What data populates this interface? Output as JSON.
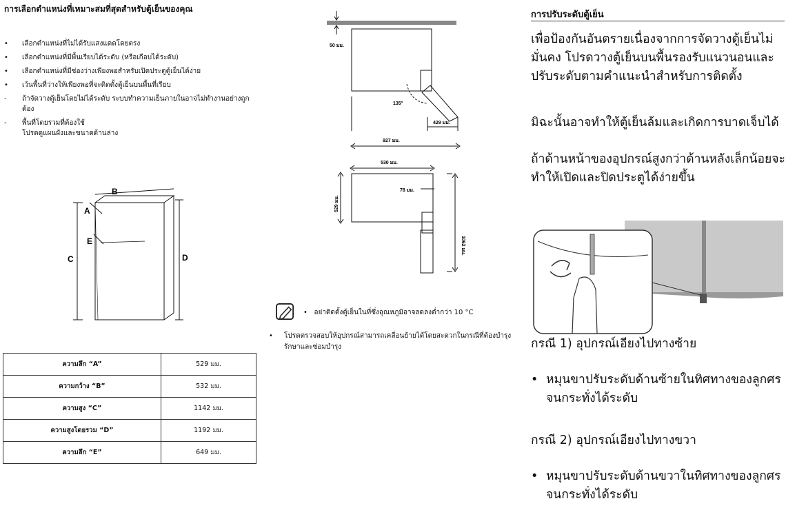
{
  "left": {
    "title": "การเลือกตำแหน่งที่เหมาะสมที่สุดสำหรับตู้เย็นของคุณ",
    "bullets": [
      {
        "mark": "•",
        "text": "เลือกตำแหน่งที่ไม่ได้รับแสงแดดโดยตรง"
      },
      {
        "mark": "•",
        "text": "เลือกตำแหน่งที่มีพื้นเรียบได้ระดับ (หรือเกือบได้ระดับ)"
      },
      {
        "mark": "•",
        "text": "เลือกตำแหน่งที่มีช่องว่างเพียงพอสำหรับเปิดประตูตู้เย็นได้ง่าย"
      },
      {
        "mark": "•",
        "text": "เว้นพื้นที่ว่างให้เพียงพอที่จะติดตั้งตู้เย็นบนพื้นที่เรียบ"
      },
      {
        "mark": "-",
        "text": "ถ้าจัดวางตู้เย็นโดยไม่ได้ระดับ ระบบทำความเย็นภายในอาจไม่ทำงานอย่างถูกต้อง"
      },
      {
        "mark": "-",
        "text": "พื้นที่โดยรวมที่ต้องใช้",
        "text2": "โปรดดูแผนผังและขนาดด้านล่าง"
      }
    ],
    "fridge_labels": {
      "a": "A",
      "b": "B",
      "c": "C",
      "d": "D",
      "e": "E"
    },
    "table": [
      {
        "label": "ความลึก “A”",
        "value": "529 มม."
      },
      {
        "label": "ความกว้าง “B”",
        "value": "532 มม."
      },
      {
        "label": "ความสูง “C”",
        "value": "1142 มม."
      },
      {
        "label": "ความสูงโดยรวม “D”",
        "value": "1192 มม."
      },
      {
        "label": "ความลึก “E”",
        "value": "649 มม."
      }
    ]
  },
  "middle": {
    "top_diagram": {
      "gap": "50 มม.",
      "angle": "135°",
      "side": "429 มม.",
      "total": "927 มม."
    },
    "bottom_diagram": {
      "width": "530 มม.",
      "depth": "529 มม.",
      "inner": "78 มม.",
      "height": "1062 มม."
    },
    "note1": {
      "mark": "•",
      "text": "อย่าติดตั้งตู้เย็นในที่ซึ่งอุณหภูมิอาจลดลงต่ำกว่า 10 °C"
    },
    "note2": {
      "mark": "•",
      "text": "โปรดตรวจสอบให้อุปกรณ์สามารถเคลื่อนย้ายได้โดยสะดวกในกรณีที่ต้องบำรุงรักษาและซ่อมบำรุง"
    }
  },
  "right": {
    "title": "การปรับระดับตู้เย็น",
    "para1": "เพื่อป้องกันอันตรายเนื่องจากการจัดวางตู้เย็นไม่มั่นคง โปรดวางตู้เย็นบนพื้นรองรับแนวนอนและปรับระดับตามคำแนะนำสำหรับการติดตั้ง",
    "para2": "มิฉะนั้นอาจทำให้ตู้เย็นล้มและเกิดการบาดเจ็บได้",
    "para3": "ถ้าด้านหน้าของอุปกรณ์สูงกว่าด้านหลังเล็กน้อยจะทำให้เปิดและปิดประตูได้ง่ายขึ้น",
    "case1": "กรณี 1) อุปกรณ์เอียงไปทางซ้าย",
    "case1_bullet": {
      "mark": "•",
      "text": "หมุนขาปรับระดับด้านซ้ายในทิศทางของลูกศรจนกระทั่งได้ระดับ"
    },
    "case2": "กรณี 2) อุปกรณ์เอียงไปทางขวา",
    "case2_bullet": {
      "mark": "•",
      "text": "หมุนขาปรับระดับด้านขวาในทิศทางของลูกศรจนกระทั่งได้ระดับ"
    }
  }
}
